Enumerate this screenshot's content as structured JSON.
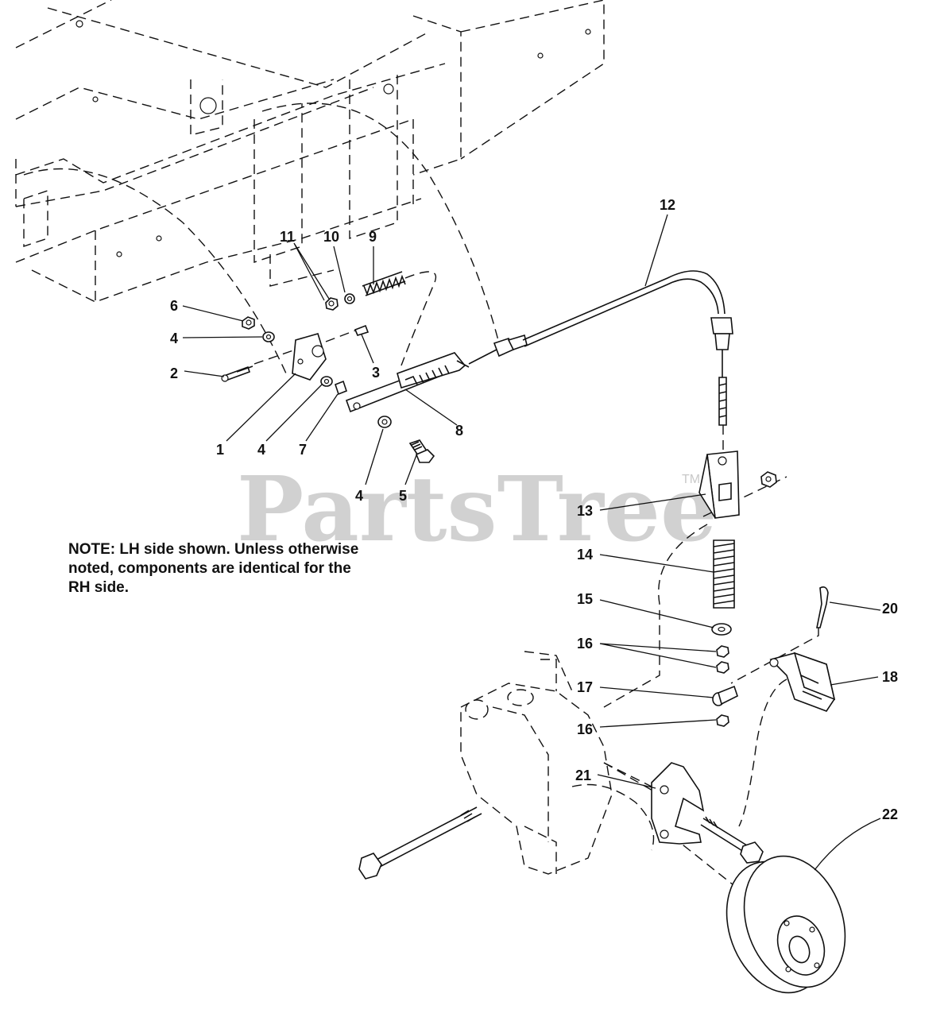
{
  "watermark": {
    "text": "PartsTree",
    "tm": "TM"
  },
  "note": {
    "line1": "NOTE: LH side shown.  Unless otherwise",
    "line2": "noted, components are identical for the",
    "line3": "RH side."
  },
  "callouts": [
    {
      "id": "c1",
      "label": "1"
    },
    {
      "id": "c2",
      "label": "2"
    },
    {
      "id": "c3",
      "label": "3"
    },
    {
      "id": "c4a",
      "label": "4"
    },
    {
      "id": "c4b",
      "label": "4"
    },
    {
      "id": "c4c",
      "label": "4"
    },
    {
      "id": "c5",
      "label": "5"
    },
    {
      "id": "c6",
      "label": "6"
    },
    {
      "id": "c7",
      "label": "7"
    },
    {
      "id": "c8",
      "label": "8"
    },
    {
      "id": "c9",
      "label": "9"
    },
    {
      "id": "c10",
      "label": "10"
    },
    {
      "id": "c11",
      "label": "11"
    },
    {
      "id": "c12",
      "label": "12"
    },
    {
      "id": "c13",
      "label": "13"
    },
    {
      "id": "c14",
      "label": "14"
    },
    {
      "id": "c15",
      "label": "15"
    },
    {
      "id": "c16a",
      "label": "16"
    },
    {
      "id": "c16b",
      "label": "16"
    },
    {
      "id": "c17",
      "label": "17"
    },
    {
      "id": "c18",
      "label": "18"
    },
    {
      "id": "c20",
      "label": "20"
    },
    {
      "id": "c21",
      "label": "21"
    },
    {
      "id": "c22",
      "label": "22"
    }
  ]
}
